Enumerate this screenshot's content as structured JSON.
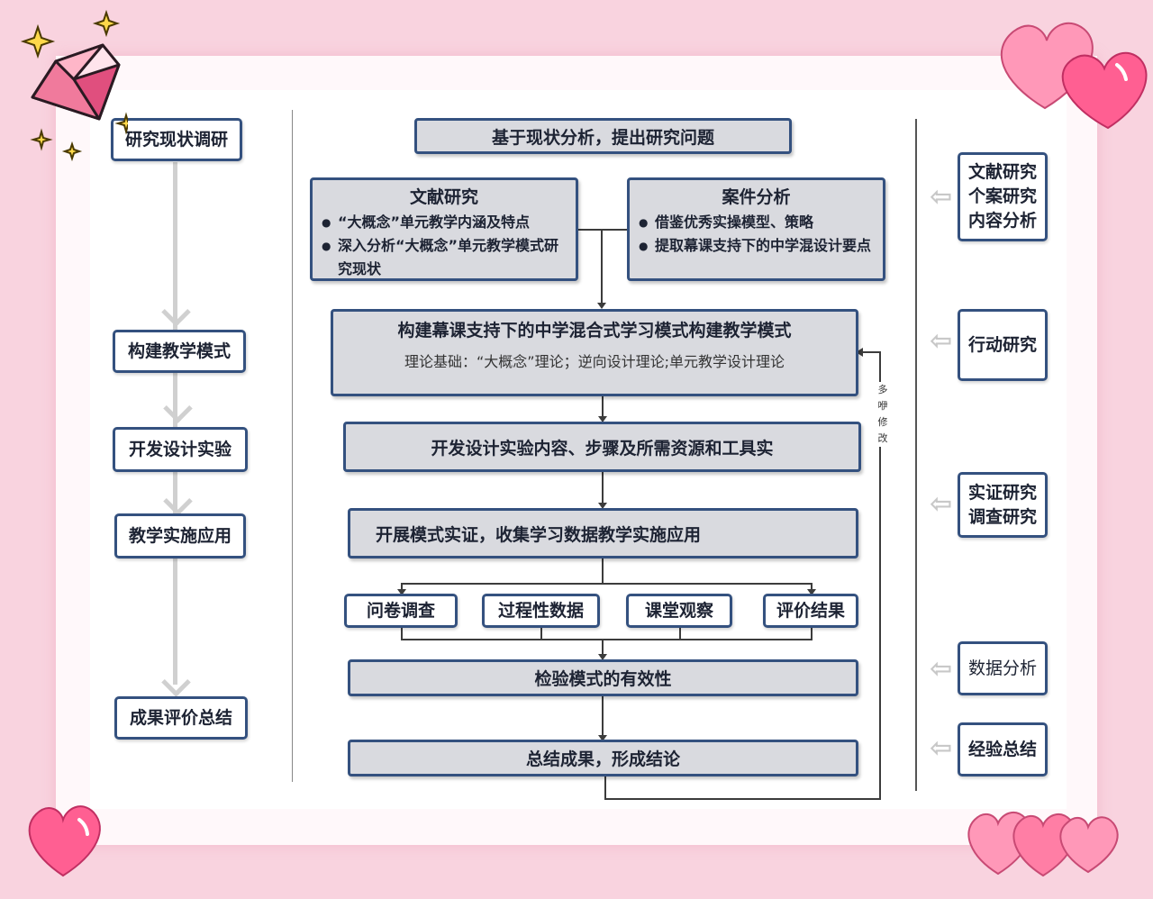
{
  "left_steps": [
    "研究现状调研",
    "构建教学模式",
    "开发设计实验",
    "教学实施应用",
    "成果评价总结"
  ],
  "top_box": "基于现状分析，提出研究问题",
  "literature": {
    "title": "文献研究",
    "items": [
      "“大概念”单元教学内涵及特点",
      "深入分析“大概念”单元教学模式研究现状"
    ]
  },
  "case": {
    "title": "案件分析",
    "items": [
      "借鉴优秀实操模型、策略",
      "提取幕课支持下的中学混设计要点"
    ]
  },
  "build": {
    "title": "构建幕课支持下的中学混合式学习模式构建教学模式",
    "subtitle": "理论基础：“大概念”理论；逆向设计理论;单元教学设计理论"
  },
  "develop": "开发设计实验内容、步骤及所需资源和工具实",
  "implement": "开展模式实证，收集学习数据教学实施应用",
  "data_sources": [
    "问卷调查",
    "过程性数据",
    "课堂观察",
    "评价结果"
  ],
  "verify": "检验模式的有效性",
  "conclude": "总结成果，形成结论",
  "feedback": "多\n咿\n修\n改",
  "methods": [
    "文献研究\n个案研究\n内容分析",
    "行动研究",
    "实证研究\n调查研究",
    "数据分析",
    "经验总结"
  ]
}
